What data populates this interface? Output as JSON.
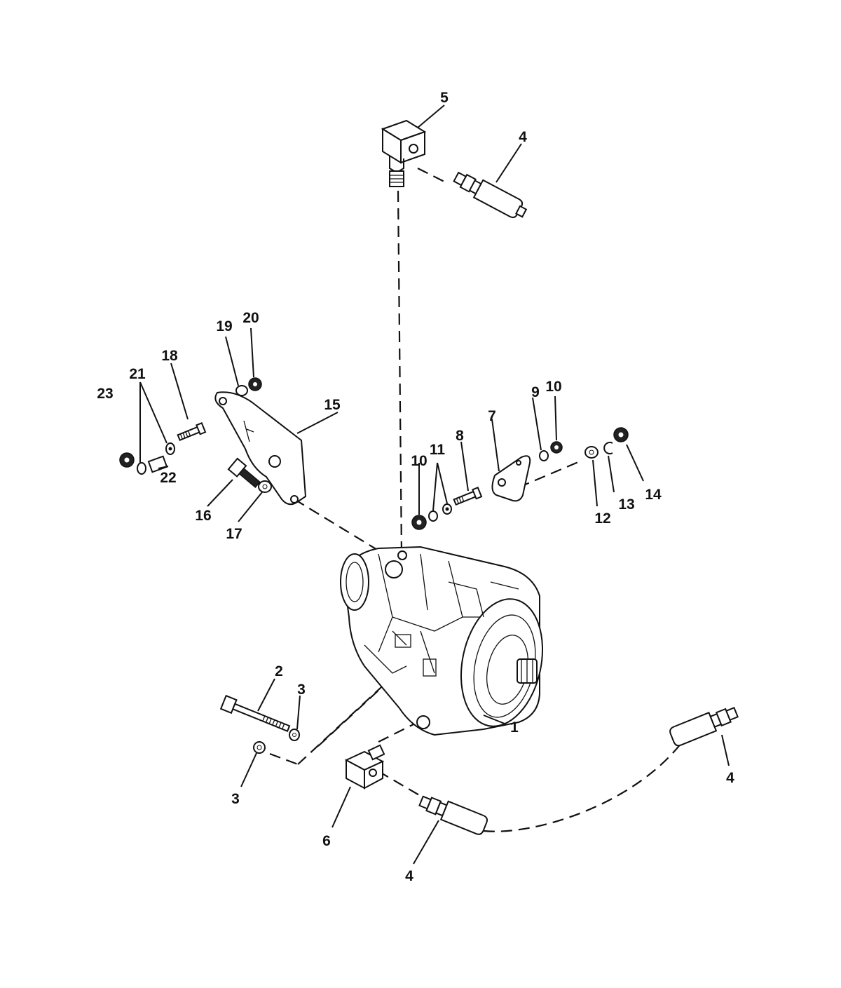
{
  "labels": {
    "l1": "1",
    "l2": "2",
    "l3a": "3",
    "l3b": "3",
    "l4a": "4",
    "l4b": "4",
    "l4c": "4",
    "l5": "5",
    "l6": "6",
    "l7": "7",
    "l8": "8",
    "l9": "9",
    "l10a": "10",
    "l10b": "10",
    "l11": "11",
    "l12": "12",
    "l13": "13",
    "l14": "14",
    "l15": "15",
    "l16": "16",
    "l17": "17",
    "l18": "18",
    "l19": "19",
    "l20": "20",
    "l21": "21",
    "l22": "22",
    "l23": "23"
  }
}
